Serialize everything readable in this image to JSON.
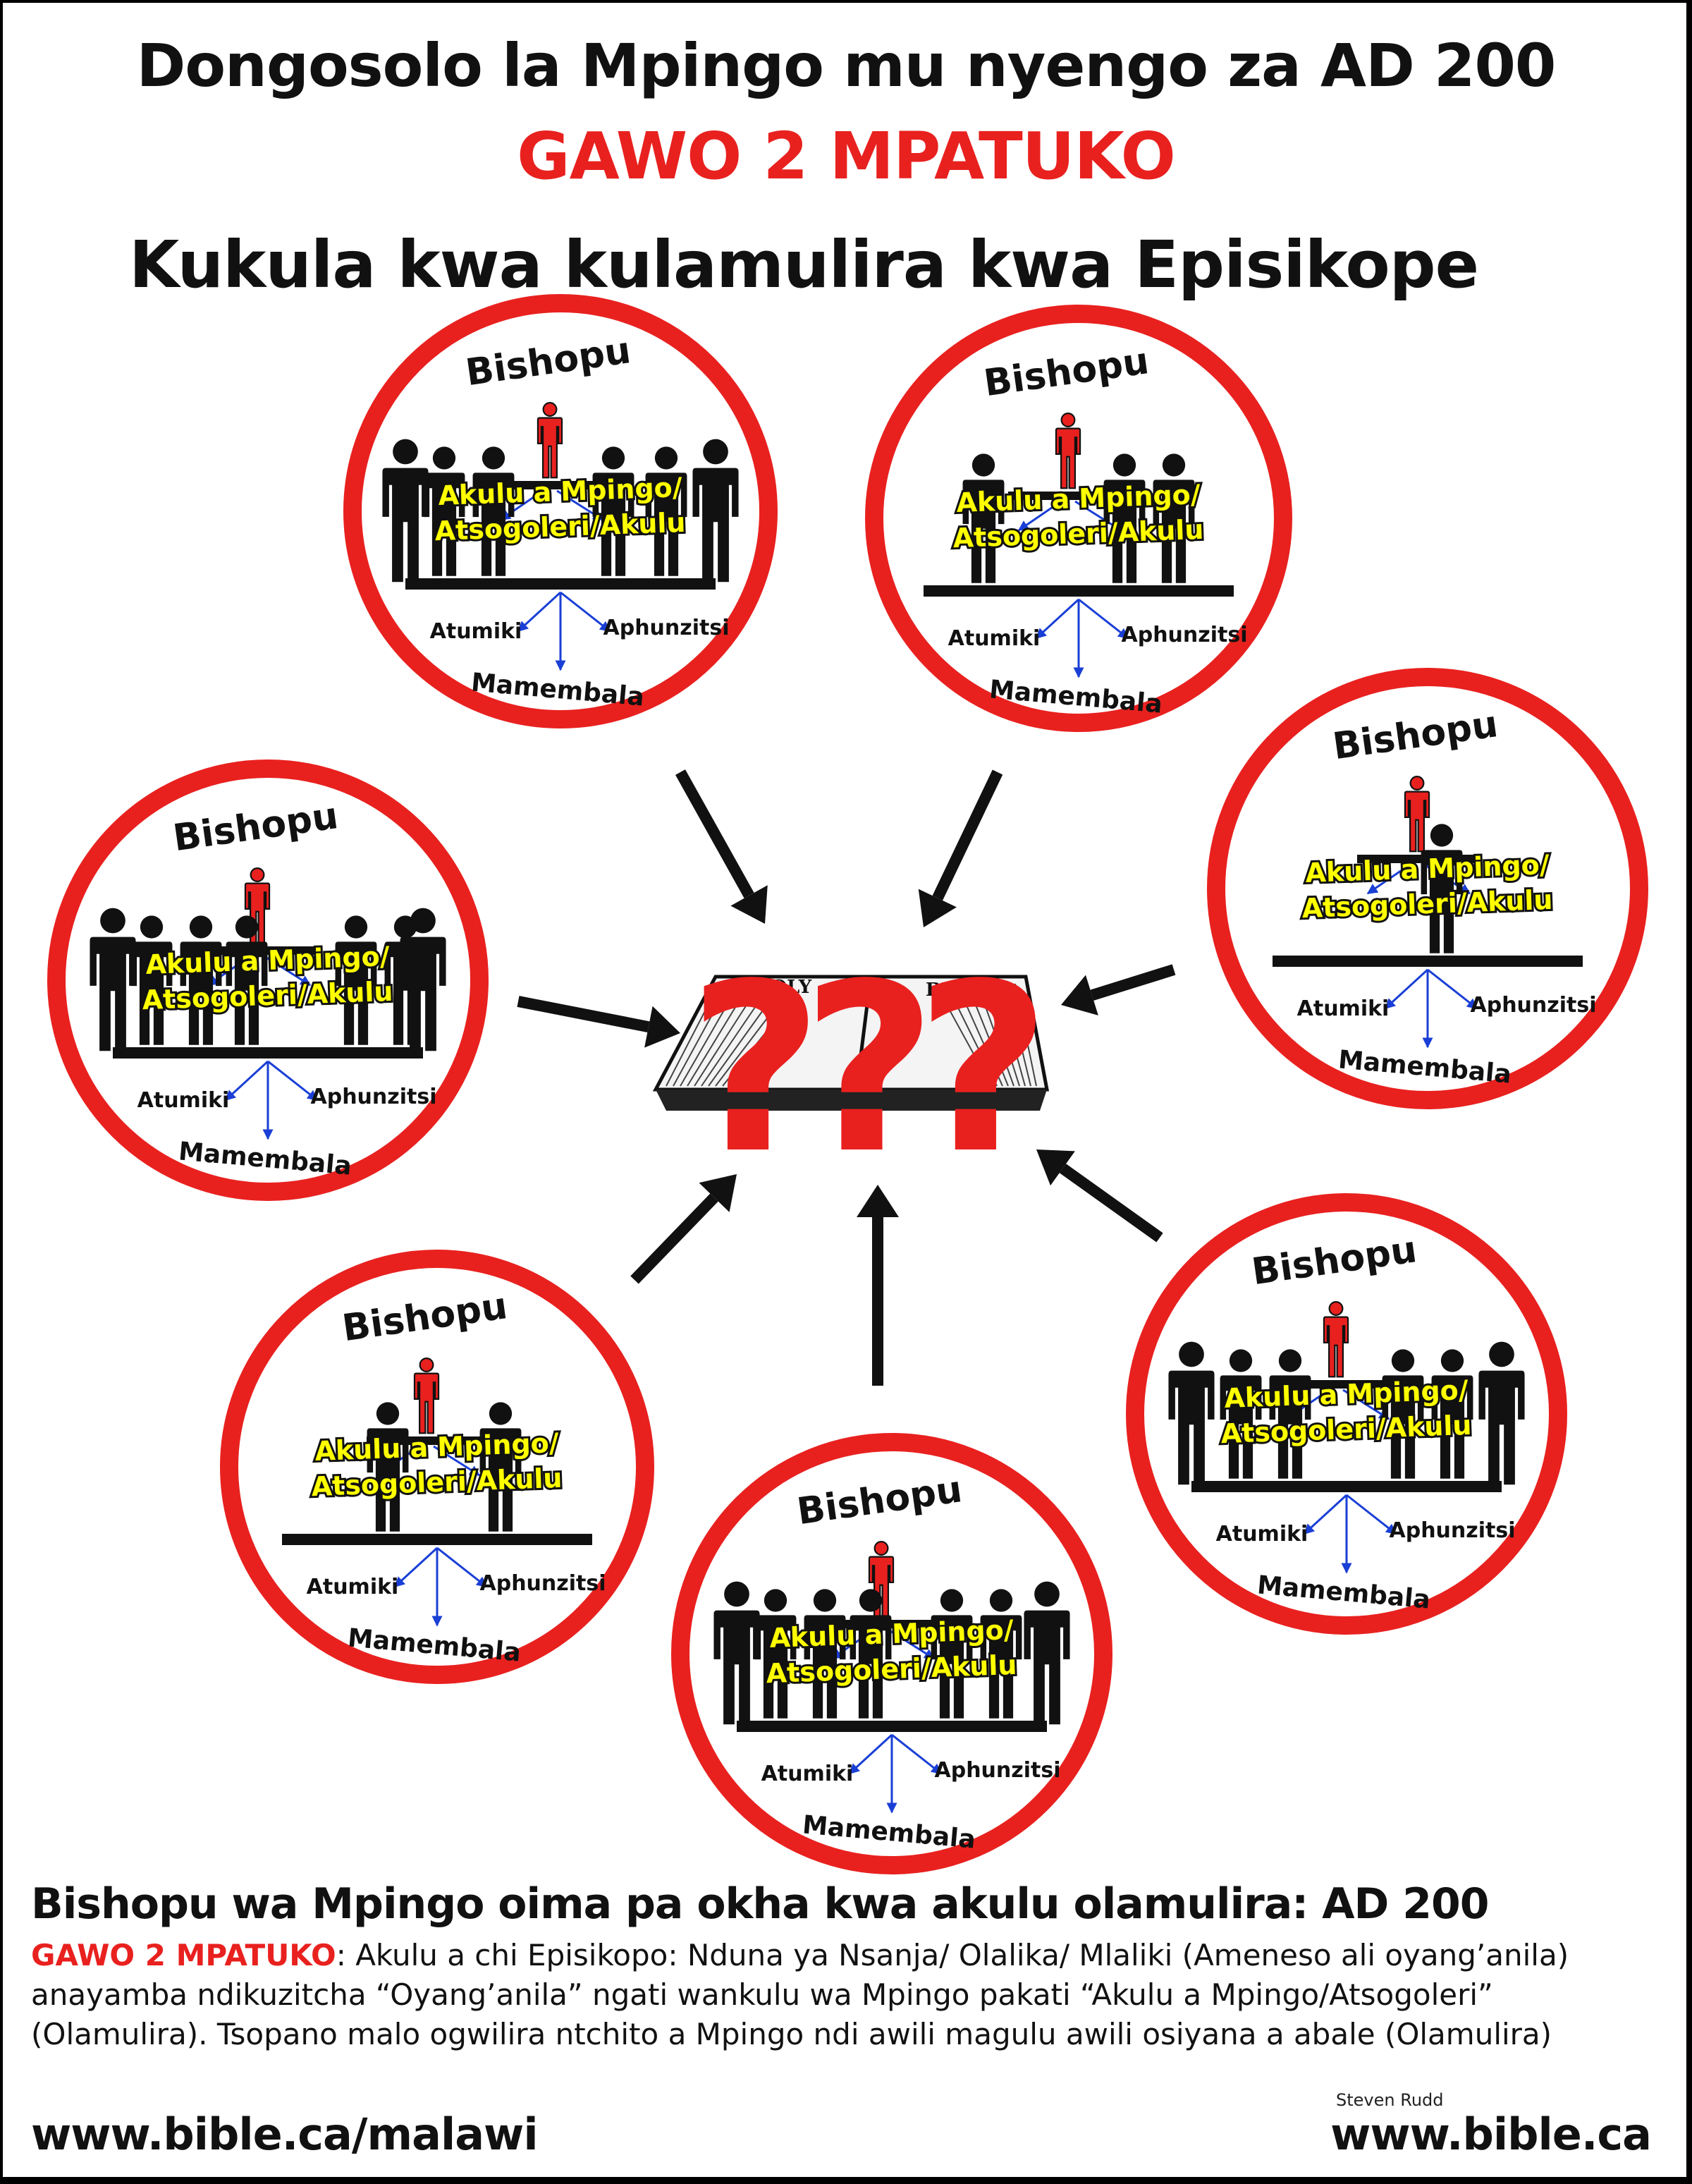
{
  "header": {
    "title": "Dongosolo la Mpingo mu nyengo za AD 200",
    "subtitle": "GAWO 2 MPATUKO",
    "heading": "Kukula kwa kulamulira kwa Episikope"
  },
  "center": {
    "question_marks": "???",
    "bible_labels": [
      "HOLY",
      "BIBLE"
    ]
  },
  "circles": [
    {
      "bishop": "Bishopu",
      "elders_line1": "Akulu a Mpingo/",
      "elders_line2": "Atsogoleri/Akulu",
      "deacons": "Atumiki",
      "teachers": "Aphunzitsi",
      "members": "Mamembala"
    },
    {
      "bishop": "Bishopu",
      "elders_line1": "Akulu a Mpingo/",
      "elders_line2": "Atsogoleri/Akulu",
      "deacons": "Atumiki",
      "teachers": "Aphunzitsi",
      "members": "Mamembala"
    },
    {
      "bishop": "Bishopu",
      "elders_line1": "Akulu a Mpingo/",
      "elders_line2": "Atsogoleri/Akulu",
      "deacons": "Atumiki",
      "teachers": "Aphunzitsi",
      "members": "Mamembala"
    },
    {
      "bishop": "Bishopu",
      "elders_line1": "Akulu a Mpingo/",
      "elders_line2": "Atsogoleri/Akulu",
      "deacons": "Atumiki",
      "teachers": "Aphunzitsi",
      "members": "Mamembala"
    },
    {
      "bishop": "Bishopu",
      "elders_line1": "Akulu a Mpingo/",
      "elders_line2": "Atsogoleri/Akulu",
      "deacons": "Atumiki",
      "teachers": "Aphunzitsi",
      "members": "Mamembala"
    },
    {
      "bishop": "Bishopu",
      "elders_line1": "Akulu a Mpingo/",
      "elders_line2": "Atsogoleri/Akulu",
      "deacons": "Atumiki",
      "teachers": "Aphunzitsi",
      "members": "Mamembala"
    },
    {
      "bishop": "Bishopu",
      "elders_line1": "Akulu a Mpingo/",
      "elders_line2": "Atsogoleri/Akulu",
      "deacons": "Atumiki",
      "teachers": "Aphunzitsi",
      "members": "Mamembala"
    }
  ],
  "caption": {
    "title": "Bishopu wa Mpingo oima pa okha kwa akulu olamulira: AD 200",
    "label": "GAWO 2 MPATUKO",
    "body": ": Akulu a chi Episikopo: Nduna ya Nsanja/ Olalika/ Mlaliki (Ameneso ali oyang’anila) anayamba ndikuzitcha “Oyang’anila” ngati wankulu wa Mpingo pakati “Akulu a Mpingo/Atsogoleri” (Olamulira). Tsopano malo ogwilira ntchito a Mpingo ndi awili magulu awili osiyana a abale (Olamulira)"
  },
  "footer": {
    "url_left": "www.bible.ca/malawi",
    "author": "Steven Rudd",
    "url_right": "www.bible.ca"
  },
  "colors": {
    "ring": "#e8211f",
    "accent_red": "#e8211f",
    "label_yellow": "#ffff00",
    "arrow_blue": "#1a3fd6",
    "figure": "#111111"
  }
}
